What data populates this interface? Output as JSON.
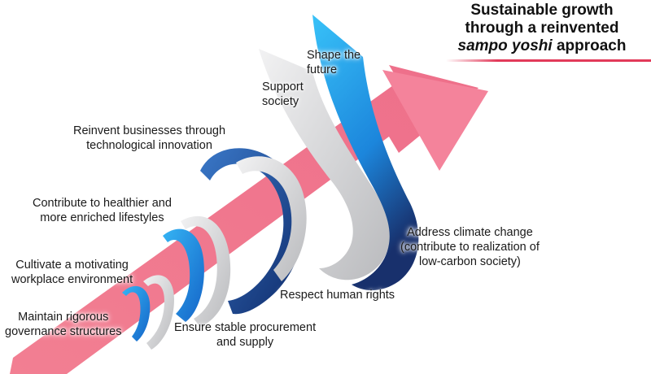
{
  "headline": {
    "line1": "Sustainable growth",
    "line2": "through a reinvented",
    "line3_italic": "sampo yoshi",
    "line3_rest": " approach"
  },
  "labels": {
    "governance": [
      "Maintain rigorous",
      "governance structures"
    ],
    "workplace": [
      "Cultivate a motivating",
      "workplace environment"
    ],
    "lifestyles": [
      "Contribute to healthier and",
      "more enriched lifestyles"
    ],
    "reinvent": [
      "Reinvent businesses through",
      "technological innovation"
    ],
    "support": [
      "Support",
      "society"
    ],
    "shape": [
      "Shape the",
      "future"
    ],
    "climate": [
      "Address climate change",
      "(contribute to realization of",
      "low-carbon society)"
    ],
    "human_rights": [
      "Respect human rights"
    ],
    "procurement": [
      "Ensure stable procurement",
      "and supply"
    ]
  },
  "colors": {
    "arrow": "#f07b8d",
    "ribbon_blue": "#1f8fe0",
    "ribbon_dark": "#1a3f8a",
    "ribbon_grey": "#d6d6d8",
    "headline_rule": "#e23a5a"
  }
}
